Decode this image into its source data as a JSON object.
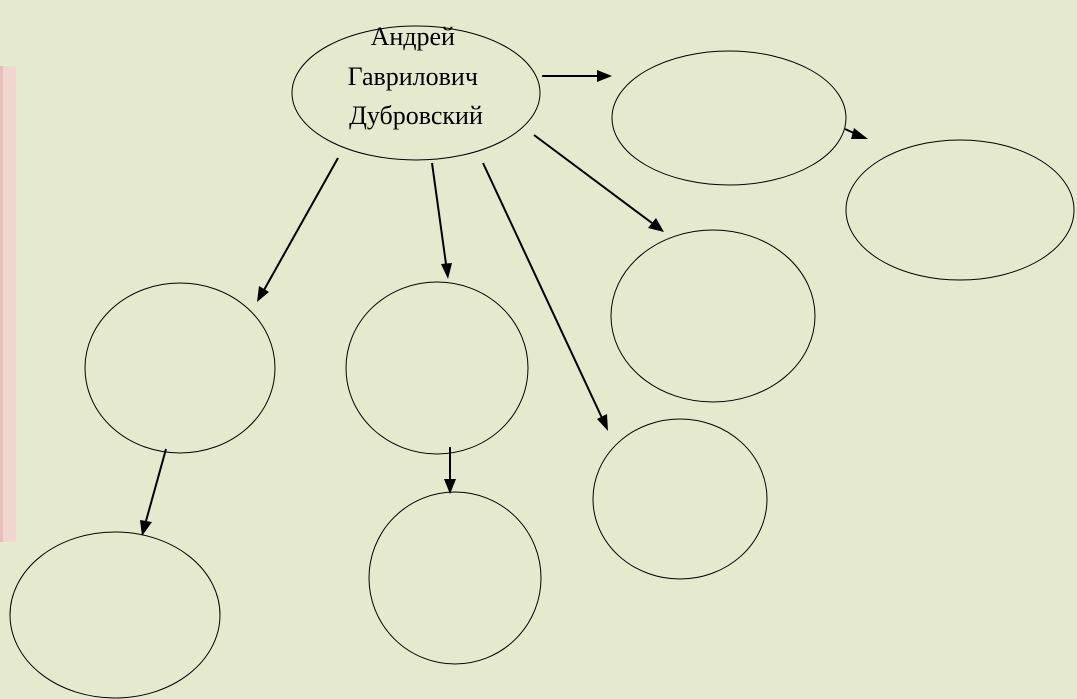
{
  "colors": {
    "background": "#e5eace",
    "accent_strip": "#f1d6cf",
    "accent_strip_line": "#e4c2ba",
    "stroke": "#000000",
    "text": "#000000"
  },
  "diagram": {
    "root": {
      "lines": [
        "Андрей",
        "Гаврилович",
        "Дубровский"
      ]
    },
    "nodes": [
      {
        "id": "root",
        "text": ""
      },
      {
        "id": "top-right",
        "text": ""
      },
      {
        "id": "far-right",
        "text": ""
      },
      {
        "id": "mid-right",
        "text": ""
      },
      {
        "id": "left",
        "text": ""
      },
      {
        "id": "center",
        "text": ""
      },
      {
        "id": "lower-center-right",
        "text": ""
      },
      {
        "id": "bottom-left",
        "text": ""
      },
      {
        "id": "bottom-center",
        "text": ""
      }
    ],
    "edges": [
      {
        "from": "root",
        "to": "top-right"
      },
      {
        "from": "top-right",
        "to": "far-right"
      },
      {
        "from": "root",
        "to": "mid-right"
      },
      {
        "from": "root",
        "to": "left"
      },
      {
        "from": "root",
        "to": "center"
      },
      {
        "from": "root",
        "to": "lower-center-right"
      },
      {
        "from": "left",
        "to": "bottom-left"
      },
      {
        "from": "center",
        "to": "bottom-center"
      }
    ]
  }
}
